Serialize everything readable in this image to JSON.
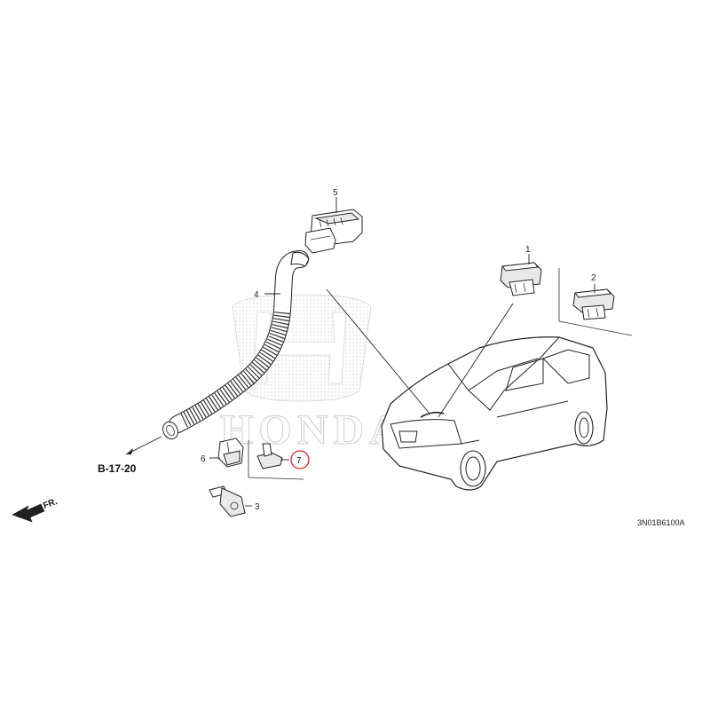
{
  "diagram": {
    "watermark_text": "HONDA",
    "reference_label": "B-17-20",
    "direction_label": "FR.",
    "diagram_code": "3N01B6100A",
    "highlight_color": "#e0202a",
    "callouts": [
      {
        "id": "part-1",
        "number": "1"
      },
      {
        "id": "part-2",
        "number": "2"
      },
      {
        "id": "part-3",
        "number": "3"
      },
      {
        "id": "part-4",
        "number": "4"
      },
      {
        "id": "part-5",
        "number": "5"
      },
      {
        "id": "part-6",
        "number": "6"
      },
      {
        "id": "part-7",
        "number": "7",
        "highlighted": true
      }
    ]
  }
}
